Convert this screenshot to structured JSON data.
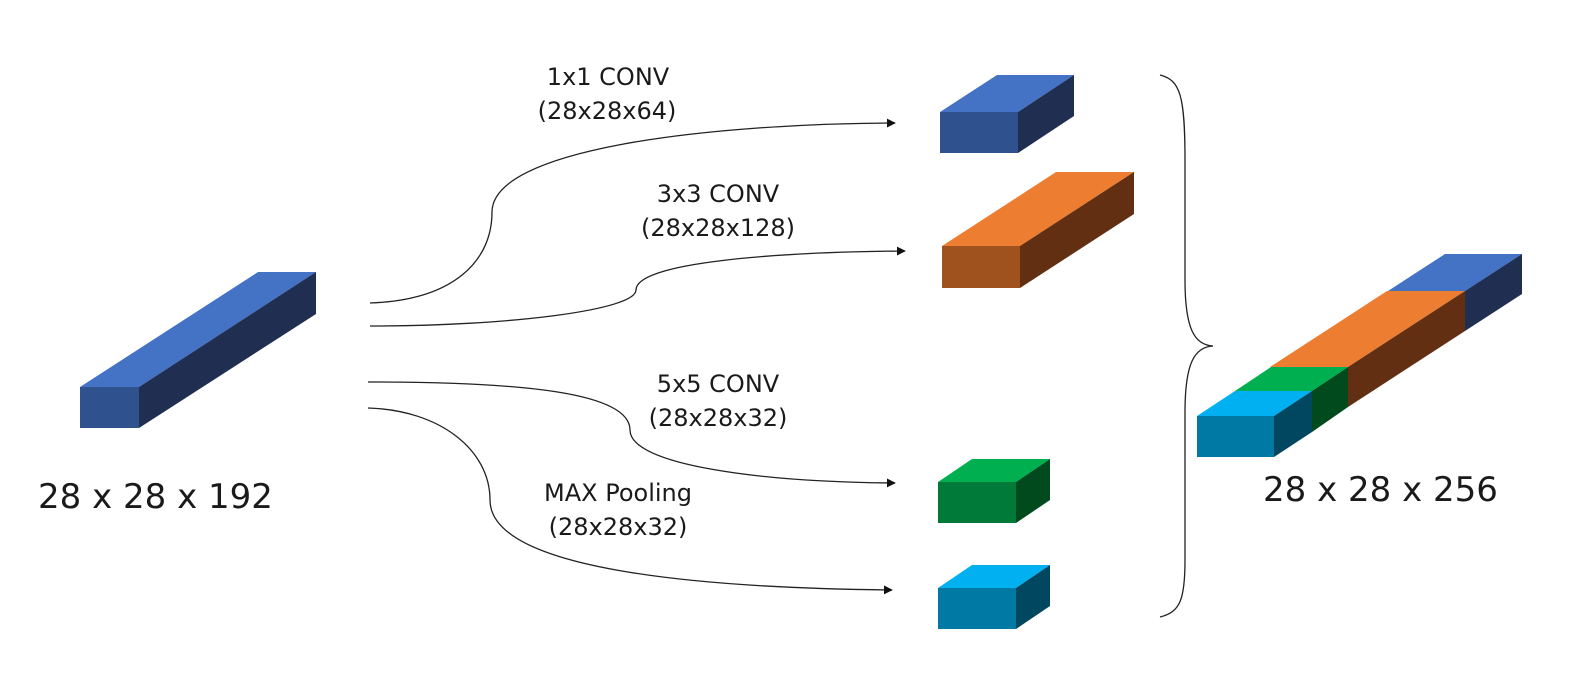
{
  "input_block": {
    "label": "28 x 28 x 192",
    "color": "#4472C4"
  },
  "output_block": {
    "label": "28 x 28 x 256",
    "segments": [
      {
        "name": "1x1 CONV",
        "color": "#4472C4"
      },
      {
        "name": "3x3 CONV",
        "color": "#ED7D31"
      },
      {
        "name": "5x5 CONV",
        "color": "#00B050"
      },
      {
        "name": "MAX Pooling",
        "color": "#00B0F0"
      }
    ]
  },
  "branches": [
    {
      "op": "1x1 CONV",
      "shape": "(28x28x64)",
      "color": "#4472C4"
    },
    {
      "op": "3x3 CONV",
      "shape": "(28x28x128)",
      "color": "#ED7D31"
    },
    {
      "op": "5x5 CONV",
      "shape": "(28x28x32)",
      "color": "#00B050"
    },
    {
      "op": "MAX Pooling",
      "shape": "(28x28x32)",
      "color": "#00B0F0"
    }
  ]
}
